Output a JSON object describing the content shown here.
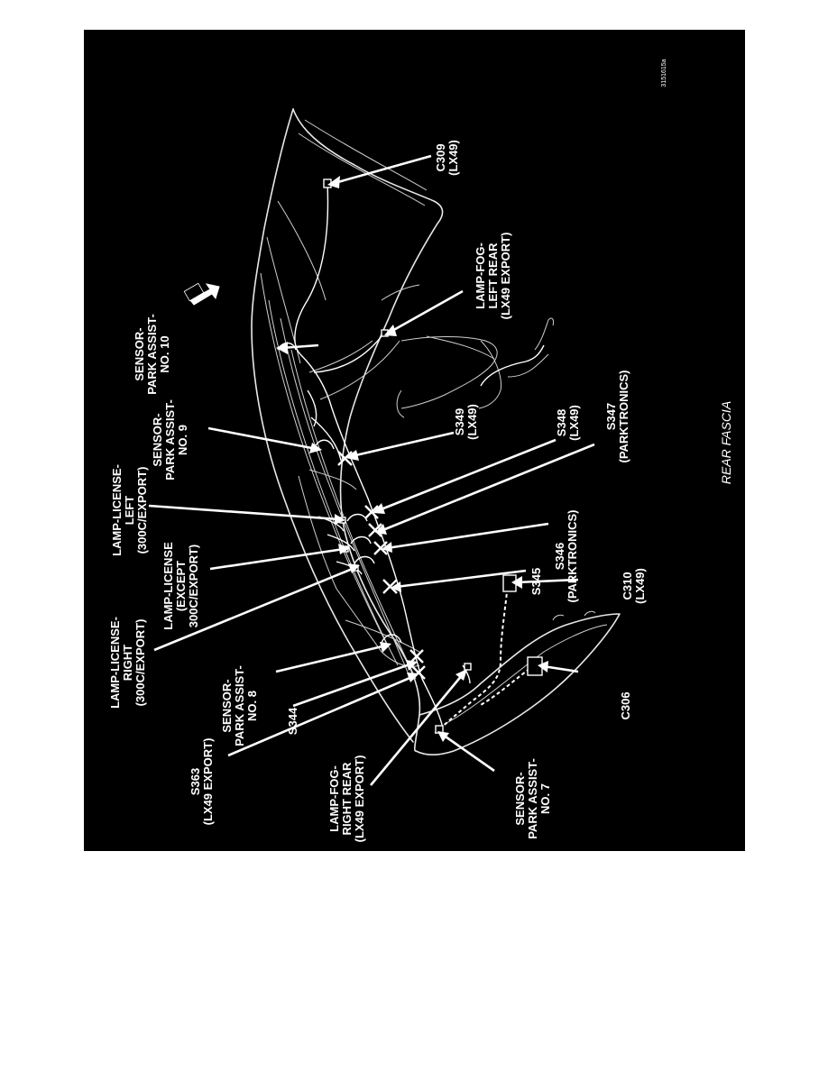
{
  "figure_id": "3151615a",
  "caption": "REAR FASCIA",
  "labels": {
    "c309": [
      "C309",
      "(LX49)"
    ],
    "lamp_fog_left": [
      "LAMP-FOG-",
      "LEFT REAR",
      "(LX49 EXPORT)"
    ],
    "sensor_10": [
      "SENSOR-",
      "PARK ASSIST-",
      "NO. 10"
    ],
    "sensor_9": [
      "SENSOR-",
      "PARK ASSIST-",
      "NO. 9"
    ],
    "s349": [
      "S349",
      "(LX49)"
    ],
    "lamp_license_left": [
      "LAMP-LICENSE-",
      "LEFT",
      "(300C/EXPORT)"
    ],
    "s348": [
      "S348",
      "(LX49)"
    ],
    "s347": [
      "S347",
      "(PARKTRONICS)"
    ],
    "lamp_license_except": [
      "LAMP-LICENSE",
      "(EXCEPT",
      "300C/EXPORT)"
    ],
    "s346": [
      "S346",
      "(PARKTRONICS)"
    ],
    "s345": [
      "S345"
    ],
    "lamp_license_right": [
      "LAMP-LICENSE-",
      "RIGHT",
      "(300C/EXPORT)"
    ],
    "c310": [
      "C310",
      "(LX49)"
    ],
    "sensor_8": [
      "SENSOR-",
      "PARK ASSIST-",
      "NO. 8"
    ],
    "s344": [
      "S344"
    ],
    "c306": [
      "C306"
    ],
    "s363": [
      "S363",
      "(LX49 EXPORT)"
    ],
    "lamp_fog_right": [
      "LAMP-FOG-",
      "RIGHT REAR",
      "(LX49 EXPORT)"
    ],
    "sensor_7": [
      "SENSOR-",
      "PARK ASSIST-",
      "NO. 7"
    ]
  },
  "colors": {
    "panel": "#000000",
    "ink": "#ffffff",
    "page": "#ffffff"
  }
}
